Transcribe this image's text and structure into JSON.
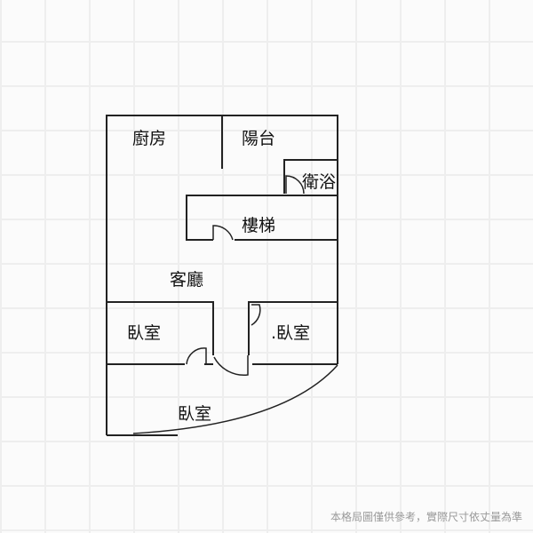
{
  "rooms": {
    "kitchen": "廚房",
    "balcony": "陽台",
    "bathroom": "衛浴",
    "stairs": "樓梯",
    "living": "客廳",
    "bedroom_left": "臥室",
    "bedroom_right": ".臥室",
    "bedroom_bottom": "臥室"
  },
  "disclaimer": "本格局圖僅供參考，實際尺寸依丈量為準"
}
